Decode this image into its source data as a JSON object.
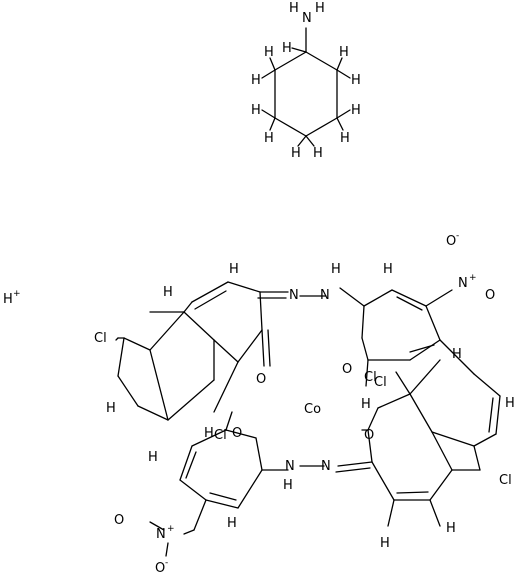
{
  "molecule": {
    "amine": {
      "nitrogen": "N",
      "hydrogen": "H"
    },
    "counter_ion": {
      "symbol": "H",
      "charge": "+"
    },
    "metal": "Co",
    "upper_ligand": {
      "nitro_n": "N",
      "nitro_n_charge": "+",
      "nitro_o_single": "O",
      "nitro_o_single_charge": "-",
      "nitro_o_double": "O",
      "hydroxyl_o": "O",
      "hydroxyl_h": "H",
      "carbonyl_o": "O",
      "azo_n1": "N",
      "azo_n2": "N",
      "nh_h": "H",
      "chloro_1": "Cl",
      "chloro_2": "Cl",
      "chloro_3": "Cl"
    },
    "lower_ligand": {
      "nitro_n": "N",
      "nitro_n_charge": "+",
      "nitro_o_single": "O",
      "nitro_o_single_charge": "-",
      "nitro_o_double": "O",
      "hydroxyl_o": "O",
      "hydroxyl_h": "H",
      "carbonyl_o": "O",
      "azo_n1": "N",
      "azo_n2": "N",
      "nh_h": "H",
      "chloro_1": "Cl",
      "chloro_2": "Cl"
    }
  }
}
